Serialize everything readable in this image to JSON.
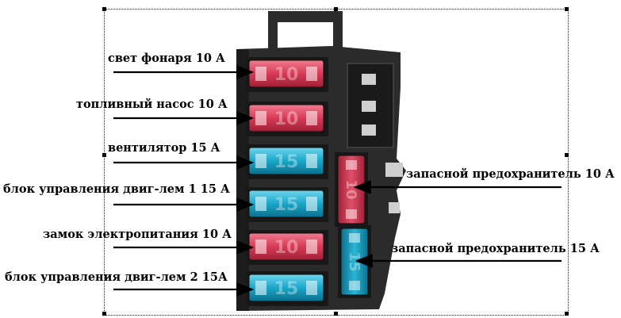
{
  "labels": {
    "left": [
      "свет фонаря 10 А",
      "топливный насос 10 А",
      "вентилятор 15 А",
      "блок управления двиг-лем 1 15 А",
      "замок электропитания 10 А",
      "блок управления двиг-лем 2 15А"
    ],
    "right": [
      "запасной предохранитель 10 А",
      "запасной предохранитель 15 А"
    ]
  },
  "fuses": [
    {
      "rating": "10",
      "color": "red"
    },
    {
      "rating": "10",
      "color": "red"
    },
    {
      "rating": "15",
      "color": "blue"
    },
    {
      "rating": "15",
      "color": "blue"
    },
    {
      "rating": "10",
      "color": "red"
    },
    {
      "rating": "15",
      "color": "blue"
    }
  ],
  "spare_fuses": [
    {
      "rating": "10",
      "color": "red"
    },
    {
      "rating": "15",
      "color": "blue"
    }
  ],
  "colors": {
    "red_fuse": "#d83a55",
    "blue_fuse": "#1aa6c8",
    "housing": "#2b2b2b"
  }
}
